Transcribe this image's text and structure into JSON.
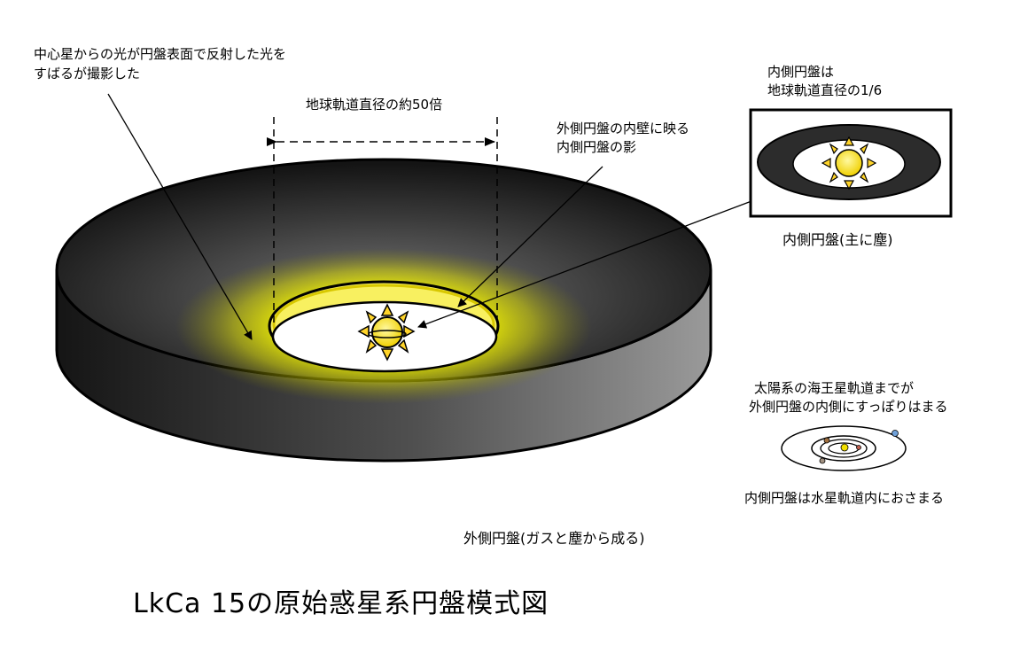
{
  "labels": {
    "reflected_light_line1": "中心星からの光が円盤表面で反射した光を",
    "reflected_light_line2": "すばるが撮影した",
    "scale": "地球軌道直径の約50倍",
    "shadow_line1": "外側円盤の内壁に映る",
    "shadow_line2": "内側円盤の影",
    "inner_size_line1": "内側円盤は",
    "inner_size_line2": "地球軌道直径の1/6",
    "inner_disk": "内側円盤(主に塵)",
    "solar_line1": "太陽系の海王星軌道までが",
    "solar_line2": "外側円盤の内側にすっぽりはまる",
    "mercury": "内側円盤は水星軌道内におさまる",
    "outer_disk": "外側円盤(ガスと塵から成る)"
  },
  "title": "LkCa 15の原始惑星系円盤模式図",
  "colors": {
    "disk_dark": "#151515",
    "disk_rim": "#8a8a8a",
    "glow": "#f2f200",
    "star": "#f5e000",
    "ray": "#ffd42a"
  }
}
